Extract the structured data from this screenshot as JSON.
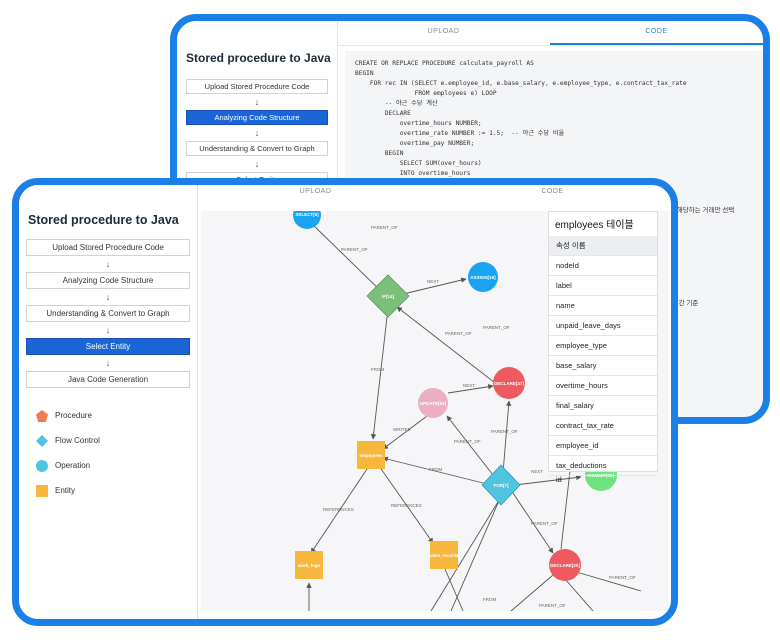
{
  "title": "Stored procedure to Java",
  "tabs": {
    "upload": "UPLOAD",
    "code": "CODE"
  },
  "steps": [
    "Upload Stored Procedure Code",
    "Analyzing Code Structure",
    "Understanding & Convert to Graph",
    "Select Entity",
    "Java Code Generation"
  ],
  "arrow": "↓",
  "back_code": [
    "CREATE OR REPLACE PROCEDURE calculate_payroll AS",
    "BEGIN",
    "    FOR rec IN (SELECT e.employee_id, e.base_salary, e.employee_type, e.contract_tax_rate",
    "                FROM employees e) LOOP",
    "        -- 야근 수당 계산",
    "        DECLARE",
    "            overtime_hours NUMBER;",
    "            overtime_rate NUMBER := 1.5;  -- 야근 수당 비율",
    "            overtime_pay NUMBER;",
    "        BEGIN",
    "            SELECT SUM(over_hours)",
    "            INTO overtime_hours"
  ],
  "back_side_texts": {
    "select_note": "에 해당하는 거래만 선택",
    "hours_note": "0시간 기준"
  },
  "legend": [
    {
      "label": "Procedure",
      "color": "#f07c50"
    },
    {
      "label": "Flow Control",
      "color": "#4fc3e0"
    },
    {
      "label": "Operation",
      "color": "#4fc3e0"
    },
    {
      "label": "Entity",
      "color": "#f6b73c"
    }
  ],
  "graph": {
    "nodes": [
      {
        "label": "SELECT[5]",
        "kind": "operation-blue"
      },
      {
        "label": "IF[14]",
        "kind": "if"
      },
      {
        "label": "ASSIGN[19]",
        "kind": "operation-blue"
      },
      {
        "label": "DECLARE[47]",
        "kind": "declare"
      },
      {
        "label": "UPDATE[53]",
        "kind": "update"
      },
      {
        "label": "employees",
        "kind": "entity"
      },
      {
        "label": "FOR[7]",
        "kind": "flow"
      },
      {
        "label": "COMMIT[90]",
        "kind": "commit"
      },
      {
        "label": "work_logs",
        "kind": "entity"
      },
      {
        "label": "sales_records",
        "kind": "entity"
      },
      {
        "label": "DECLARE[28]",
        "kind": "declare"
      }
    ],
    "edge_labels": {
      "parent_of": "PARENT_OF",
      "next": "NEXT",
      "from": "FROM",
      "writes": "WRITES",
      "references": "REFERENCES"
    }
  },
  "panel": {
    "title": "employees 테이블",
    "header": "속성 이름",
    "rows": [
      "nodeId",
      "label",
      "name",
      "unpaid_leave_days",
      "employee_type",
      "base_salary",
      "overtime_hours",
      "final_salary",
      "contract_tax_rate",
      "employee_id",
      "tax_deductions",
      "id"
    ]
  }
}
